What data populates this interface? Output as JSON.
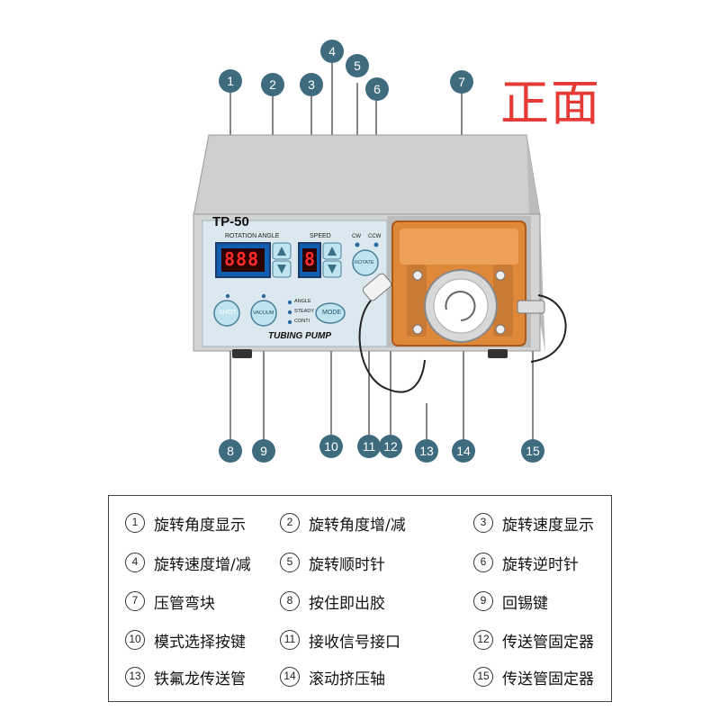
{
  "title": "正面",
  "device": {
    "model": "TP-50",
    "rotation_angle_label": "ROTATION ANGLE",
    "speed_label": "SPEED",
    "cw_label": "CW",
    "ccw_label": "CCW",
    "rotate_label": "ROTATE",
    "shot_label": "SHOT",
    "vacuum_label": "VACUUM",
    "mode_label": "MODE",
    "mode_options": [
      "ANGLE",
      "STEADY",
      "CONTI"
    ],
    "brand_label": "TUBING PUMP",
    "angle_display": "888",
    "speed_display": "8"
  },
  "callouts": [
    "1",
    "2",
    "3",
    "4",
    "5",
    "6",
    "7",
    "8",
    "9",
    "10",
    "11",
    "12",
    "13",
    "14",
    "15"
  ],
  "legend": [
    {
      "num": "1",
      "text": "旋转角度显示"
    },
    {
      "num": "2",
      "text": "旋转角度增/减"
    },
    {
      "num": "3",
      "text": "旋转速度显示"
    },
    {
      "num": "4",
      "text": "旋转速度增/减"
    },
    {
      "num": "5",
      "text": "旋转顺时针"
    },
    {
      "num": "6",
      "text": "旋转逆时针"
    },
    {
      "num": "7",
      "text": "压管弯块"
    },
    {
      "num": "8",
      "text": "按住即出胶"
    },
    {
      "num": "9",
      "text": "回锡键"
    },
    {
      "num": "10",
      "text": "模式选择按键"
    },
    {
      "num": "11",
      "text": "接收信号接口"
    },
    {
      "num": "12",
      "text": "传送管固定器"
    },
    {
      "num": "13",
      "text": "铁氟龙传送管"
    },
    {
      "num": "14",
      "text": "滚动挤压轴"
    },
    {
      "num": "15",
      "text": "传送管固定器"
    }
  ],
  "colors": {
    "callout": "#3f6b7e",
    "title": "#e53a35",
    "panel": "#dbe8f0",
    "led": "#e02020",
    "copper": "#e0883a"
  }
}
